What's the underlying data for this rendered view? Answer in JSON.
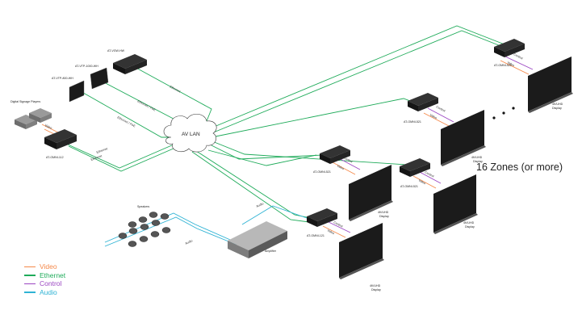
{
  "colors": {
    "video": "#f5894a",
    "ethernet": "#1fab5a",
    "control": "#9b46c2",
    "audio": "#2fb3d4",
    "device": "#1b1b1b",
    "lan_cloud": "#ffffff"
  },
  "legend": [
    {
      "label": "Video",
      "color": "#f5894a"
    },
    {
      "label": "Ethernet",
      "color": "#1fab5a"
    },
    {
      "label": "Control",
      "color": "#9b46c2"
    },
    {
      "label": "Audio",
      "color": "#2fb3d4"
    }
  ],
  "zones_label": "16 Zones (or more)",
  "lan": {
    "label": "AV LAN"
  },
  "devices": {
    "signage_players": "Digital Signage Players",
    "encoder": "AT-OMNI-112",
    "vgw": "AT-VGW-HW",
    "tp1": "AT-VTP-1000-WH",
    "tp2": "AT-VTP-800-WH",
    "speakers": "Speakers",
    "amplifier": "Amplifier",
    "decoder_121": "AT-OMNI-121",
    "decoder_a": "AT-OMNI-521",
    "decoder_b": "AT-OMNI-521",
    "decoder_c": "AT-OMNI-521",
    "decoder_d": "AT-OMNI-521",
    "display_1": [
      "4K/UHD",
      "Display"
    ],
    "display_2": [
      "4K/UHD",
      "Display"
    ],
    "display_3": [
      "4K/UHD",
      "Display"
    ],
    "display_4": [
      "4K/UHD",
      "Display"
    ],
    "display_5": [
      "4K/UHD",
      "Display"
    ]
  },
  "wire_labels": {
    "video": "Video",
    "ethernet": "Ethernet",
    "ethernet_poe": "Ethernet / PoE",
    "control": "Control",
    "audio": "Audio"
  },
  "ellipsis": "•   •   •"
}
